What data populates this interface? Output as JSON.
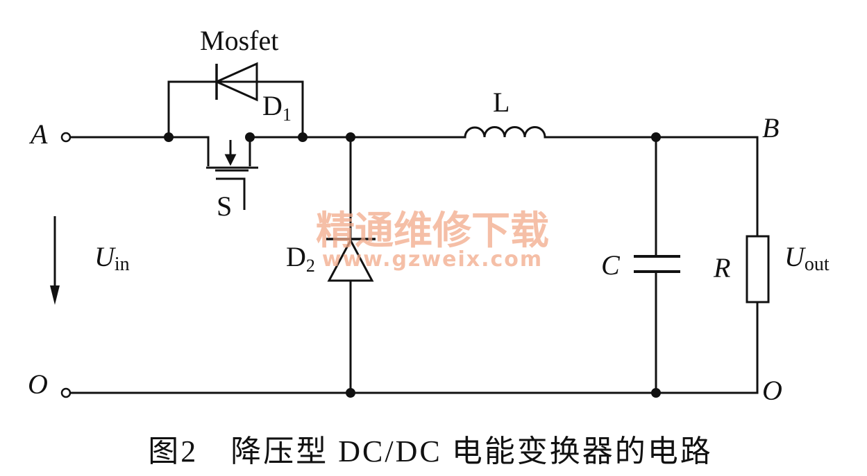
{
  "labels": {
    "mosfet": "Mosfet",
    "d1": "D",
    "d1_sub": "1",
    "s": "S",
    "l": "L",
    "a": "A",
    "b": "B",
    "o_left": "O",
    "o_right": "O",
    "u_in": "U",
    "u_in_sub": "in",
    "d2": "D",
    "d2_sub": "2",
    "c": "C",
    "r": "R",
    "u_out": "U",
    "u_out_sub": "out"
  },
  "watermark": {
    "text": "精通维修下载",
    "url": "www.gzweix.com"
  },
  "caption": "图2　降压型 DC/DC 电能变换器的电路",
  "colors": {
    "ink": "#111111",
    "watermark": "#f2a98a",
    "background": "#ffffff"
  }
}
